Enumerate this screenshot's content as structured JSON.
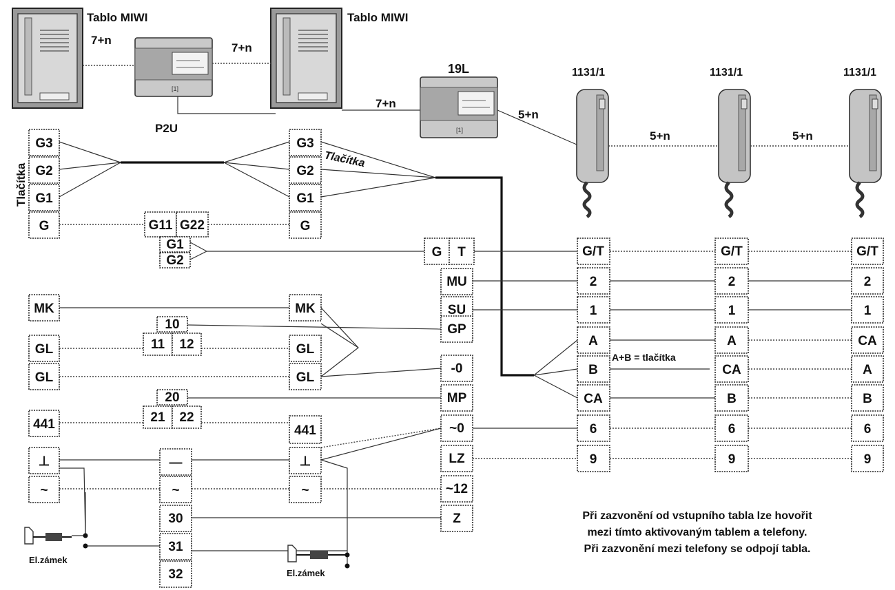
{
  "devices": {
    "tablo1": "Tablo MIWI",
    "tablo2": "Tablo MIWI",
    "p2u": "P2U",
    "unit19l": "19L",
    "phone1": "1131/1",
    "phone2": "1131/1",
    "phone3": "1131/1"
  },
  "cables": {
    "c1": "7+n",
    "c2": "7+n",
    "c3": "7+n",
    "c4": "5+n",
    "c5": "5+n",
    "c6": "5+n"
  },
  "labels": {
    "tlacitka_left": "Tlačítka",
    "tlacitka_mid": "Tlačítka",
    "ab_note": "A+B = tlačítka",
    "lock1": "El.zámek",
    "lock2": "El.zámek"
  },
  "terminals": {
    "left": [
      "G3",
      "G2",
      "G1",
      "G",
      "MK",
      "GL",
      "GL",
      "441",
      "⊥",
      "~"
    ],
    "mid": [
      "G3",
      "G2",
      "G1",
      "G",
      "MK",
      "GL",
      "GL",
      "441",
      "⊥",
      "~"
    ],
    "p2u_g": [
      "G11",
      "G22"
    ],
    "p2u_g12": [
      "G1",
      "G2"
    ],
    "p2u_10": "10",
    "p2u_1112": [
      "11",
      "12"
    ],
    "p2u_20": "20",
    "p2u_2122": [
      "21",
      "22"
    ],
    "p2u_pwr": [
      "—",
      "~",
      "30",
      "31",
      "32"
    ],
    "u19l_top": [
      "G",
      "T"
    ],
    "u19l": [
      "MU",
      "SU",
      "GP",
      "-0",
      "MP",
      "~0",
      "LZ",
      "~12",
      "Z"
    ],
    "phone1": [
      "G/T",
      "2",
      "1",
      "A",
      "B",
      "CA",
      "6",
      "9"
    ],
    "phone2": [
      "G/T",
      "2",
      "1",
      "A",
      "CA",
      "B",
      "6",
      "9"
    ],
    "phone3": [
      "G/T",
      "2",
      "1",
      "CA",
      "A",
      "B",
      "6",
      "9"
    ]
  },
  "notes": [
    "Při zazvonění od vstupního tabla lze hovořit",
    "mezi tímto aktivovaným tablem a telefony.",
    "Při zazvonění mezi telefony se odpojí tabla."
  ]
}
